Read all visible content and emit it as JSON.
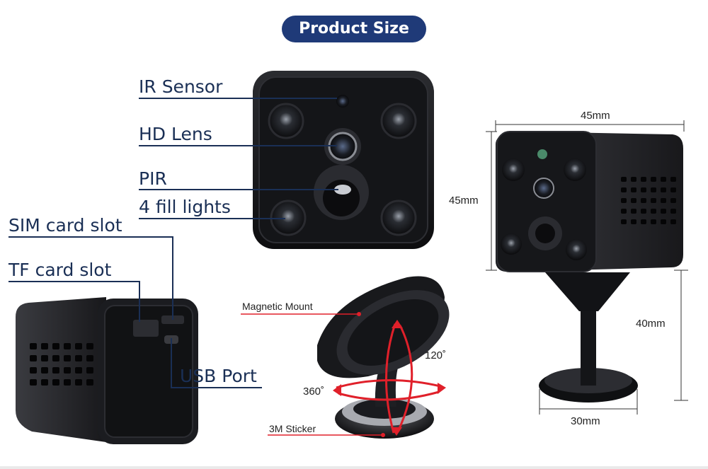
{
  "title": "Product Size",
  "front_labels": {
    "ir_sensor": "IR Sensor",
    "hd_lens": "HD Lens",
    "pir": "PIR",
    "fill_lights": "4 fill lights"
  },
  "back_labels": {
    "sim_slot": "SIM card slot",
    "tf_slot": "TF card slot",
    "usb_port": "USB Port"
  },
  "mount_labels": {
    "magnetic_mount": "Magnetic Mount",
    "sticker": "3M Sticker",
    "rotate_360": "360˚",
    "tilt_120": "120˚"
  },
  "dimensions": {
    "width": "45mm",
    "height": "45mm",
    "stand_height": "40mm",
    "base_width": "30mm"
  },
  "colors": {
    "badge": "#1f3a78",
    "label_text": "#1a2f55",
    "leader_line": "#1a2f55",
    "arrow": "#e0202a"
  }
}
